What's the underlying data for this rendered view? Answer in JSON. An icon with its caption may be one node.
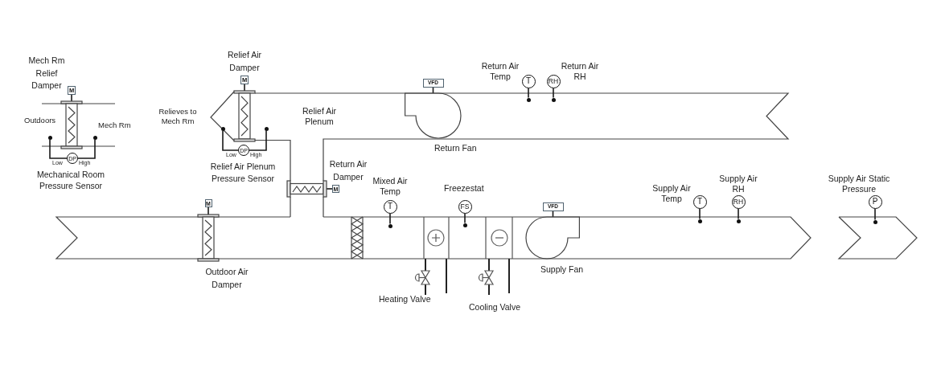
{
  "diagram": {
    "nodes": [
      {
        "text": [
          "M"
        ]
      },
      {
        "text": [],
        "shape": "picture"
      },
      {
        "text": [],
        "shape": "circle"
      },
      {
        "text": [],
        "shape": "circle"
      },
      {
        "text": [
          "DP"
        ],
        "beside": [
          "Low",
          "High",
          "Mechanical Room Pressure Sensor"
        ]
      },
      {
        "text": [
          "M"
        ]
      },
      {
        "text": [],
        "shape": "picture"
      },
      {
        "text": [],
        "shape": "circle"
      },
      {
        "text": [],
        "shape": "circle"
      },
      {
        "text": [
          "DP"
        ],
        "beside": [
          "Low",
          "High",
          "Relief Air Plenum Pressure Sensor"
        ]
      },
      {
        "text": [
          "VFD"
        ]
      },
      {
        "text": [],
        "shape": "circle",
        "beside": [
          "Return Fan"
        ]
      },
      {
        "text": [
          "T"
        ],
        "beside": [
          "Return Air Temp"
        ]
      },
      {
        "text": [],
        "shape": "circle"
      },
      {
        "text": [
          "RH"
        ],
        "beside": [
          "Return Air RH"
        ]
      },
      {
        "text": [],
        "shape": "circle"
      },
      {
        "text": [
          "M"
        ]
      },
      {
        "text": [],
        "shape": "picture",
        "beside": [
          "Return Air Damper"
        ]
      },
      {
        "text": [
          "M"
        ]
      },
      {
        "text": [],
        "shape": "picture",
        "beside": [
          "Outdoor Air Damper"
        ]
      },
      {
        "text": [
          "T"
        ],
        "beside": [
          "Mixed Air Temp"
        ]
      },
      {
        "text": [],
        "shape": "circle"
      },
      {
        "text": [
          "FS"
        ],
        "beside": [
          "Freezestat"
        ]
      },
      {
        "text": [],
        "shape": "circle"
      },
      {
        "text": [
          "VFD"
        ]
      },
      {
        "text": [],
        "shape": "circle",
        "beside": [
          "Supply Fan"
        ]
      },
      {
        "text": [
          "T"
        ],
        "beside": [
          "Supply Air Temp"
        ]
      },
      {
        "text": [],
        "shape": "circle"
      },
      {
        "text": [
          "RH"
        ],
        "beside": [
          "Supply Air RH"
        ]
      },
      {
        "text": [],
        "shape": "circle"
      },
      {
        "text": [
          "P"
        ],
        "beside": [
          "Supply Air Static Pressure"
        ]
      },
      {
        "text": [],
        "shape": "circle"
      }
    ],
    "edges": [
      {
        "from": 0,
        "to": 1,
        "arrow": "none"
      },
      {
        "from": 4,
        "to": 2,
        "arrow": "none"
      },
      {
        "from": 4,
        "to": 3,
        "arrow": "none"
      },
      {
        "from": 5,
        "to": 6,
        "arrow": "none"
      },
      {
        "from": 9,
        "to": 7,
        "arrow": "none"
      },
      {
        "from": 9,
        "to": 8,
        "arrow": "none"
      },
      {
        "from": 10,
        "to": 11,
        "arrow": "none"
      },
      {
        "from": 12,
        "to": 13,
        "arrow": "none"
      },
      {
        "from": 14,
        "to": 15,
        "arrow": "none"
      },
      {
        "from": 16,
        "to": 17,
        "arrow": "none"
      },
      {
        "from": 18,
        "to": 19,
        "arrow": "none"
      },
      {
        "from": 20,
        "to": 21,
        "arrow": "none"
      },
      {
        "from": 22,
        "to": 23,
        "arrow": "none"
      },
      {
        "from": 24,
        "to": 25,
        "arrow": "none"
      },
      {
        "from": 26,
        "to": 27,
        "arrow": "none"
      },
      {
        "from": 28,
        "to": 29,
        "arrow": "none"
      },
      {
        "from": 30,
        "to": 31,
        "arrow": "none"
      }
    ],
    "labels": [
      "Mech Rm Relief Damper",
      "Relief Air Damper",
      "Outdoors",
      "Mech Rm",
      "Relieves to Mech Rm",
      "Relief Air Plenum",
      "Heating Valve",
      "Cooling Valve"
    ]
  }
}
